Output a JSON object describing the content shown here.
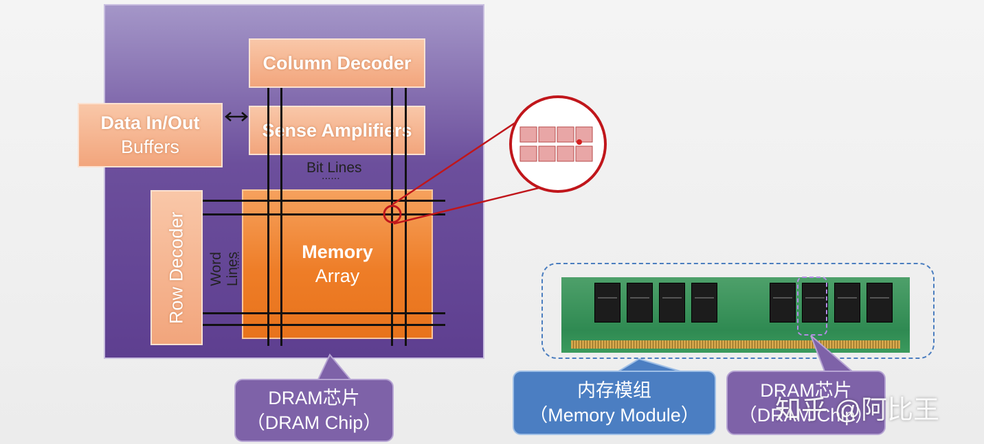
{
  "diagram": {
    "column_decoder": "Column Decoder",
    "sense_amplifiers": "Sense Amplifiers",
    "data_buffers_line1": "Data In/Out",
    "data_buffers_line2": "Buffers",
    "bit_lines": "Bit Lines",
    "bit_dots": "......",
    "row_decoder": "Row Decoder",
    "word_lines": "Word Lines",
    "word_dots": "......",
    "memory_array_line1": "Memory",
    "memory_array_line2": "Array"
  },
  "callouts": {
    "dram_chip_left_cn": "DRAM芯片",
    "dram_chip_left_en": "（DRAM Chip）",
    "memory_module_cn": "内存模组",
    "memory_module_en": "（Memory Module）",
    "dram_chip_right_cn": "DRAM芯片",
    "dram_chip_right_en": "（DRAM Chip）"
  },
  "watermark": "知乎 @阿比王",
  "colors": {
    "chip_purple": "#6c4f9c",
    "decoder_peach": "#f2a57c",
    "memory_orange": "#ee7d27",
    "callout_purple": "#7e62a8",
    "callout_blue": "#4b7ec2",
    "zoom_red": "#c0161b"
  }
}
